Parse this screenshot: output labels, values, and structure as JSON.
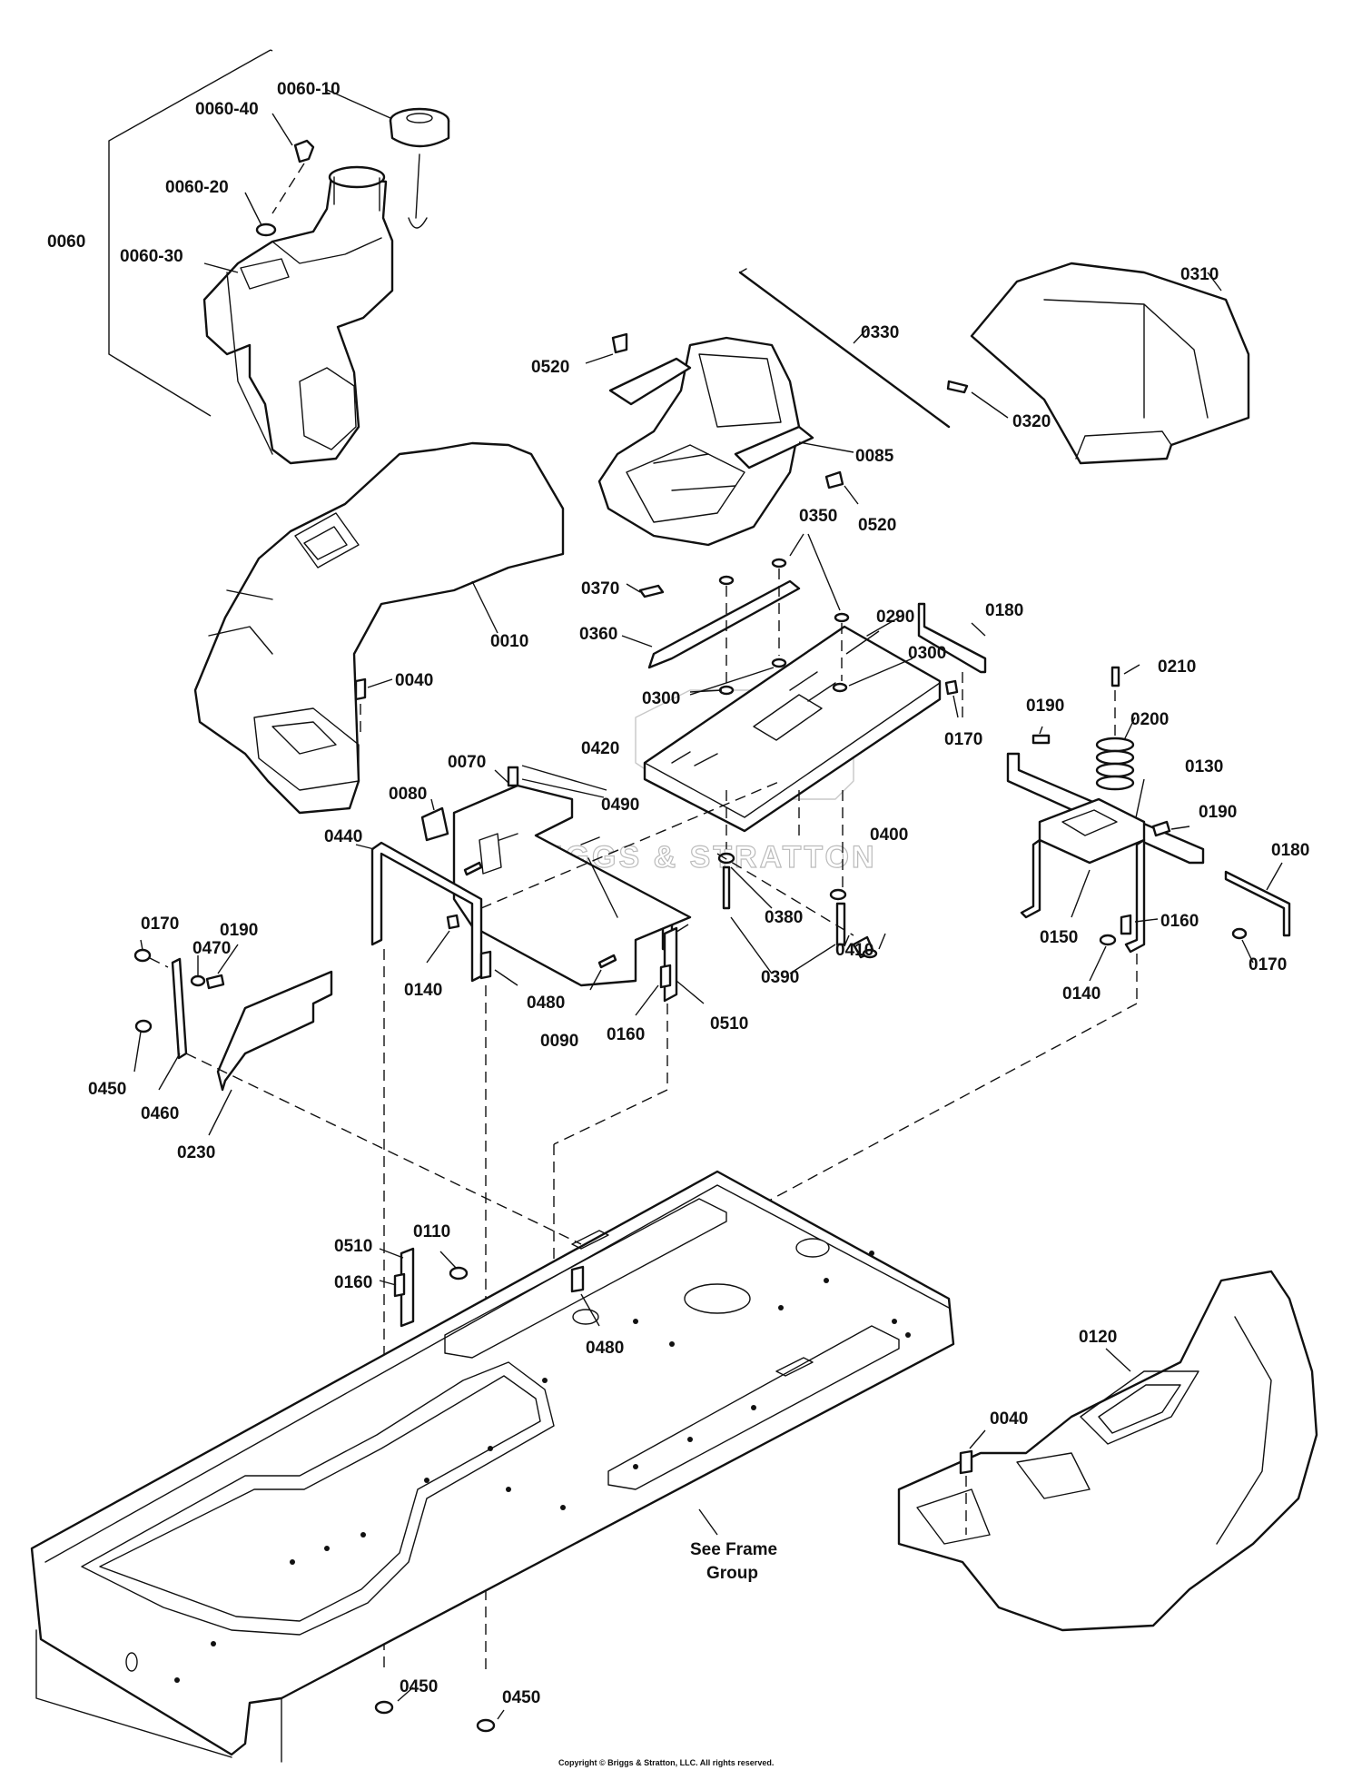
{
  "diagram": {
    "watermark": "BRIGGS & STRATTON",
    "copyright": "Copyright © Briggs & Stratton, LLC. All rights reserved.",
    "note_frame": [
      "See Frame",
      "Group"
    ],
    "callouts": [
      "0060-10",
      "0060-40",
      "0060-20",
      "0060",
      "0060-30",
      "0310",
      "0330",
      "0520",
      "0320",
      "0085",
      "0520",
      "0350",
      "0370",
      "0290",
      "0360",
      "0180",
      "0300",
      "0210",
      "0300",
      "0010",
      "0040",
      "0190",
      "0200",
      "0420",
      "0170",
      "0130",
      "0070",
      "0080",
      "0490",
      "0190",
      "0400",
      "0180",
      "0440",
      "0380",
      "0160",
      "0150",
      "0170",
      "0190",
      "0140",
      "0410",
      "0470",
      "0140",
      "0480",
      "0390",
      "0170",
      "0090",
      "0160",
      "0510",
      "0450",
      "0460",
      "0230",
      "0510",
      "0110",
      "0160",
      "0480",
      "0120",
      "0040",
      "0450",
      "0450"
    ]
  }
}
